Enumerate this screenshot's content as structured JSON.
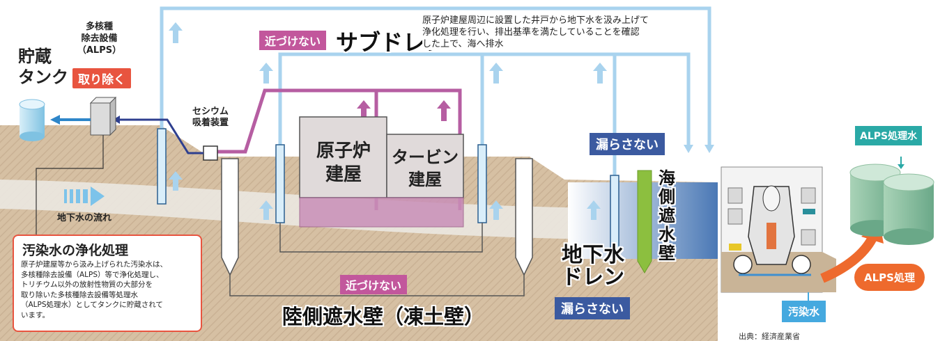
{
  "labels": {
    "alps_facility": "多核種\n除去設備\n（ALPS）",
    "remove": "取り除く",
    "storage_tank": "貯蔵\nタンク",
    "cesium": "セシウム\n吸着装置",
    "no_approach_top": "近づけない",
    "subdrain": "サブドレン",
    "subdrain_note": "原子炉建屋周辺に設置した井戸から地下水を汲み上げて\n浄化処理を行い、排出基準を満たしていることを確認\nした上で、海へ排水",
    "reactor_building": "原子炉\n建屋",
    "turbine_building": "タービン\n建屋",
    "no_leak_top": "漏らさない",
    "sea_wall": "海\n側\n遮\n水\n壁",
    "groundwater_flow": "地下水の流れ",
    "groundwater_drain": "地下水\nドレン",
    "no_leak_bottom": "漏らさない",
    "no_approach_bottom": "近づけない",
    "land_wall": "陸側遮水壁（凍土壁）",
    "note_title": "汚染水の浄化処理",
    "note_body": "原子炉建屋等から汲み上げられた汚染水は、\n多核種除去設備（ALPS）等で浄化処理し、\nトリチウム以外の放射性物質の大部分を\n取り除いた多核種除去設備等処理水\n（ALPS処理水）としてタンクに貯蔵されて\nいます。",
    "alps_treated_water": "ALPS処理水",
    "alps_treatment": "ALPS処理",
    "contaminated_water": "汚染水",
    "source": "出典：経済産業省"
  },
  "colors": {
    "ground": "#d9c4a8",
    "groundwater": "#e9e6df",
    "pipe_blue": "#a9d3ee",
    "pipe_purple": "#b65ea2",
    "building": "#e0dada",
    "building_lower": "#c98fb8",
    "sea_wall": "#8cbf3f",
    "sea": "#4a78b5"
  }
}
